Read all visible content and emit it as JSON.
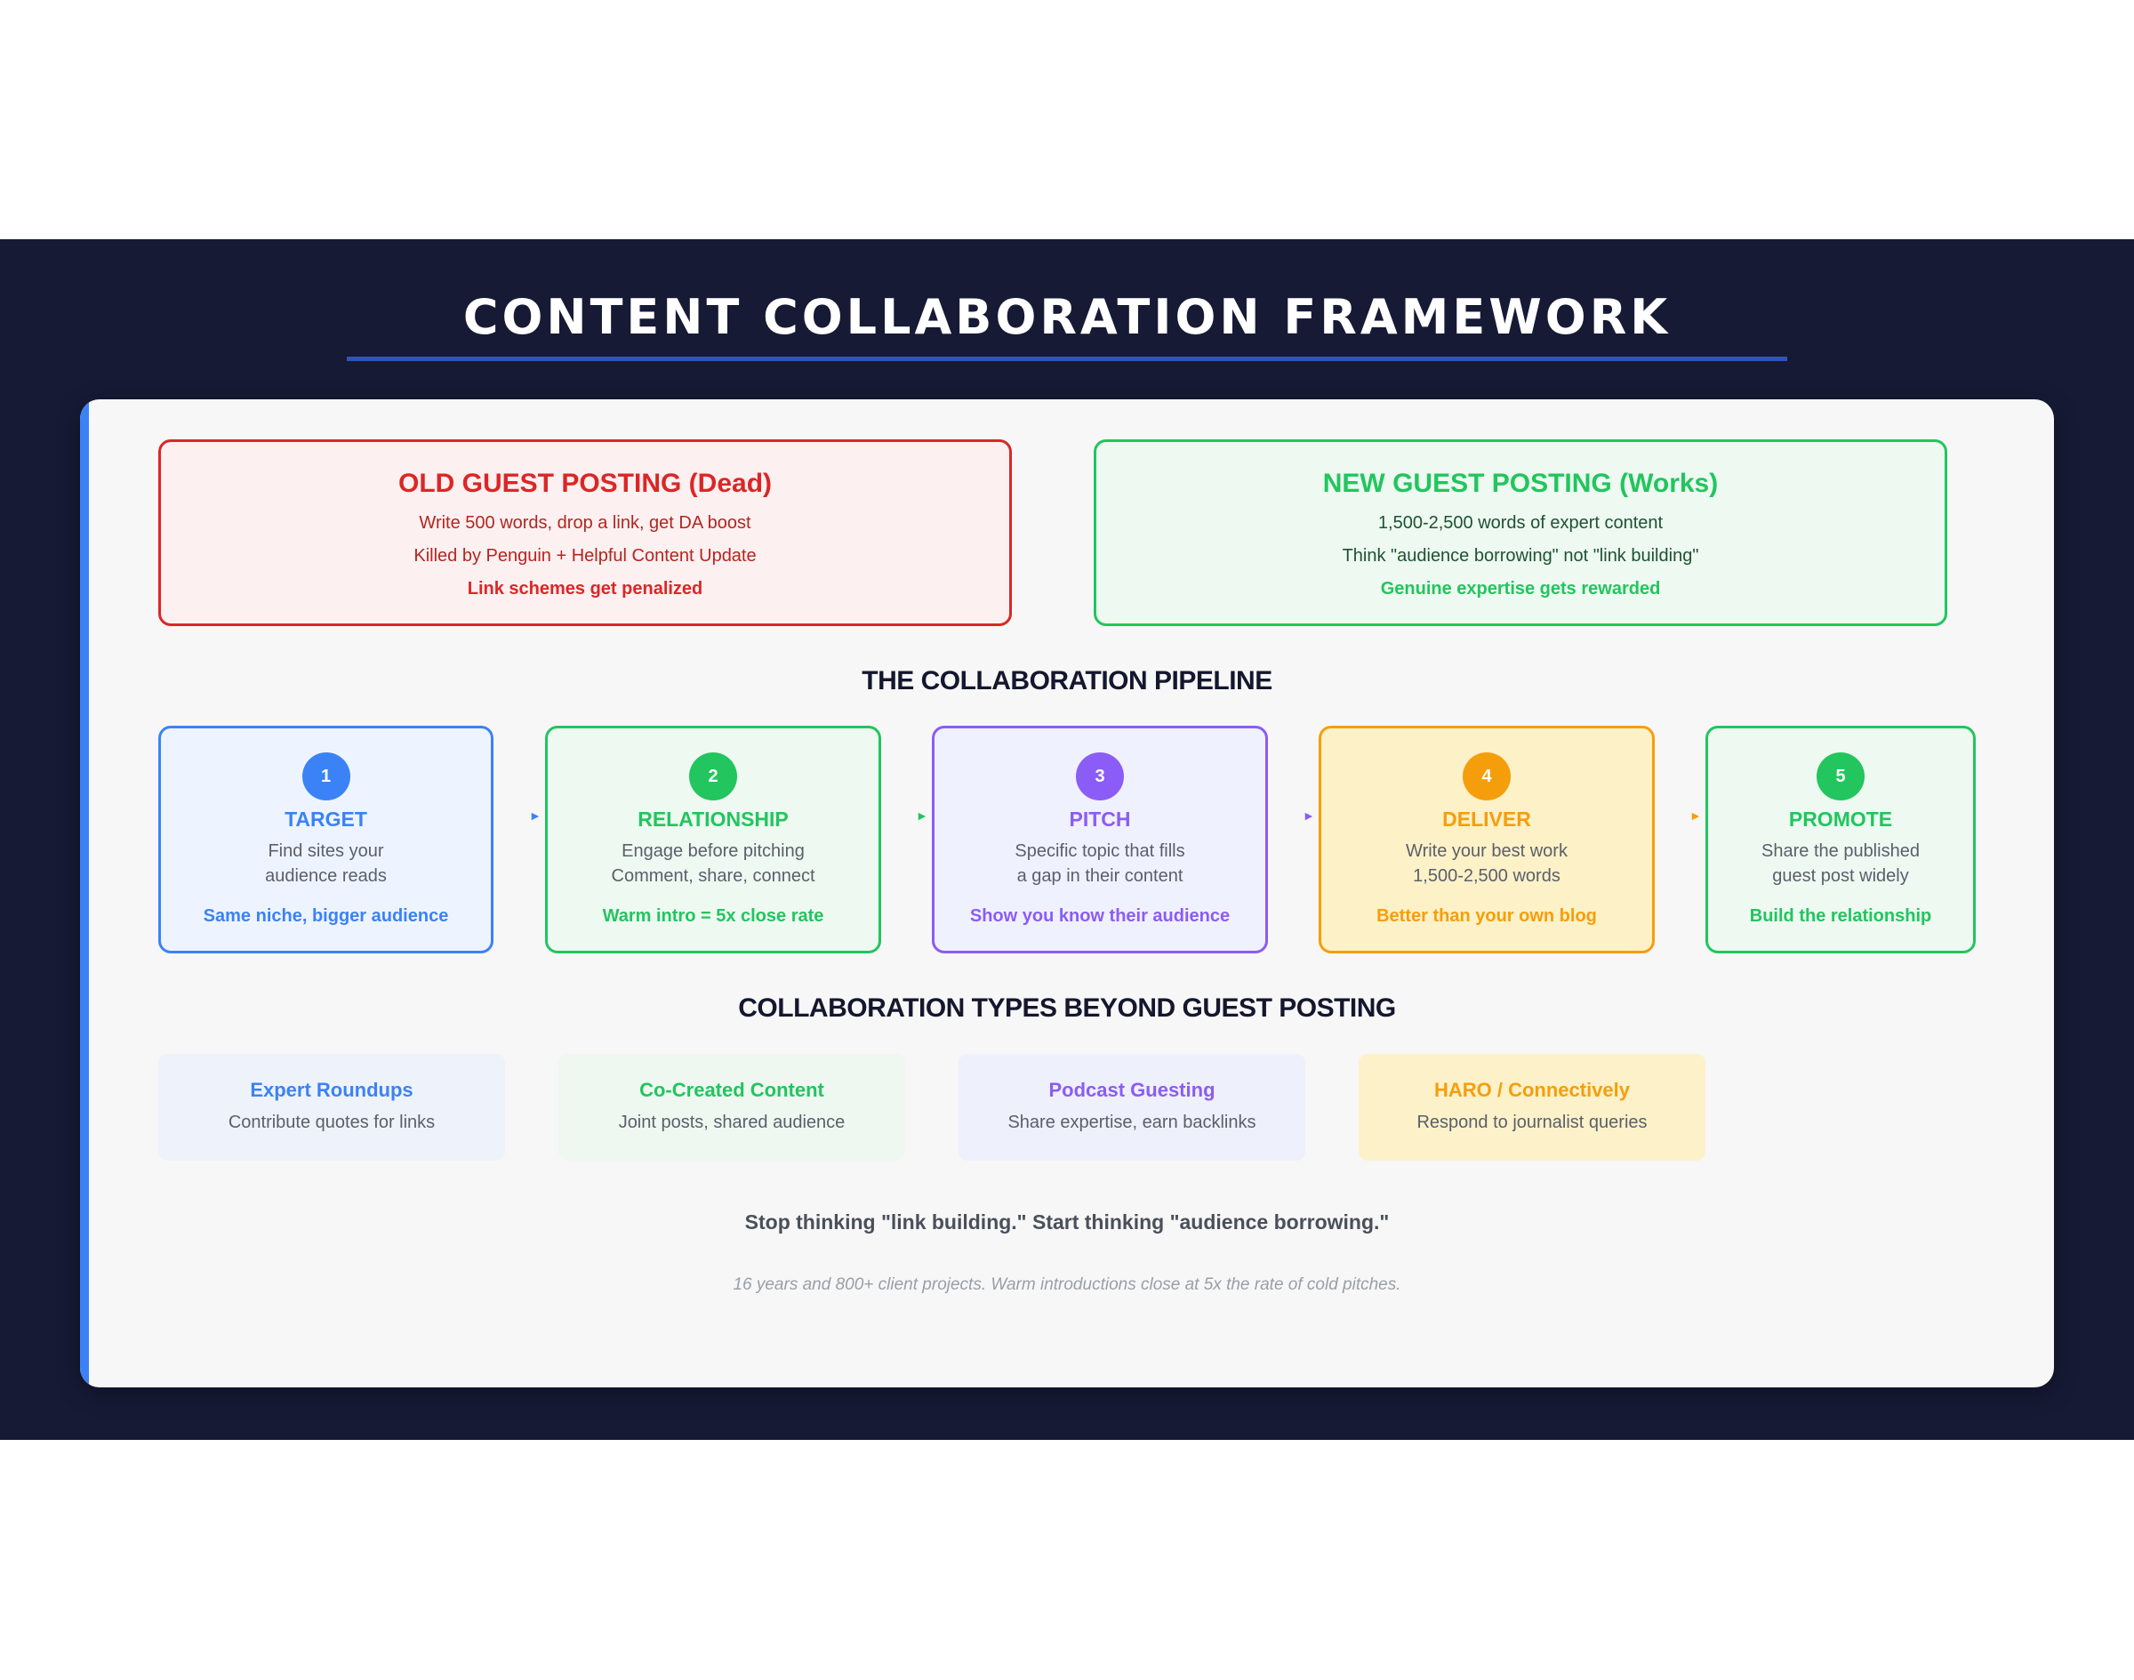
{
  "title": "CONTENT COLLABORATION FRAMEWORK",
  "old": {
    "title": "OLD GUEST POSTING (Dead)",
    "lines": [
      "Write 500 words, drop a link, get DA boost",
      "Killed by Penguin + Helpful Content Update"
    ],
    "highlight": "Link schemes get penalized",
    "color": "#dc2626"
  },
  "new": {
    "title": "NEW GUEST POSTING (Works)",
    "lines": [
      "1,500-2,500 words of expert content",
      "Think \"audience borrowing\" not \"link building\""
    ],
    "highlight": "Genuine expertise gets rewarded",
    "color": "#22c55e"
  },
  "pipeline": {
    "heading": "THE COLLABORATION PIPELINE",
    "steps": [
      {
        "num": "1",
        "name": "TARGET",
        "desc": [
          "Find sites your",
          "audience reads"
        ],
        "tag": "Same niche, bigger audience",
        "color": "#3b82f6"
      },
      {
        "num": "2",
        "name": "RELATIONSHIP",
        "desc": [
          "Engage before pitching",
          "Comment, share, connect"
        ],
        "tag": "Warm intro = 5x close rate",
        "color": "#22c55e"
      },
      {
        "num": "3",
        "name": "PITCH",
        "desc": [
          "Specific topic that fills",
          "a gap in their content"
        ],
        "tag": "Show you know their audience",
        "color": "#8b5cf6"
      },
      {
        "num": "4",
        "name": "DELIVER",
        "desc": [
          "Write your best work",
          "1,500-2,500 words"
        ],
        "tag": "Better than your own blog",
        "color": "#f59e0b"
      },
      {
        "num": "5",
        "name": "PROMOTE",
        "desc": [
          "Share the published",
          "guest post widely"
        ],
        "tag": "Build the relationship",
        "color": "#22c55e"
      }
    ]
  },
  "types": {
    "heading": "COLLABORATION TYPES BEYOND GUEST POSTING",
    "items": [
      {
        "name": "Expert Roundups",
        "desc": "Contribute quotes for links",
        "color": "#3b82f6"
      },
      {
        "name": "Co-Created Content",
        "desc": "Joint posts, shared audience",
        "color": "#22c55e"
      },
      {
        "name": "Podcast Guesting",
        "desc": "Share expertise, earn backlinks",
        "color": "#8b5cf6"
      },
      {
        "name": "HARO / Connectively",
        "desc": "Respond to journalist queries",
        "color": "#f59e0b"
      }
    ]
  },
  "tagline": "Stop thinking \"link building.\" Start thinking \"audience borrowing.\"",
  "footnote": "16 years and 800+ client projects. Warm introductions close at 5x the rate of cold pitches."
}
